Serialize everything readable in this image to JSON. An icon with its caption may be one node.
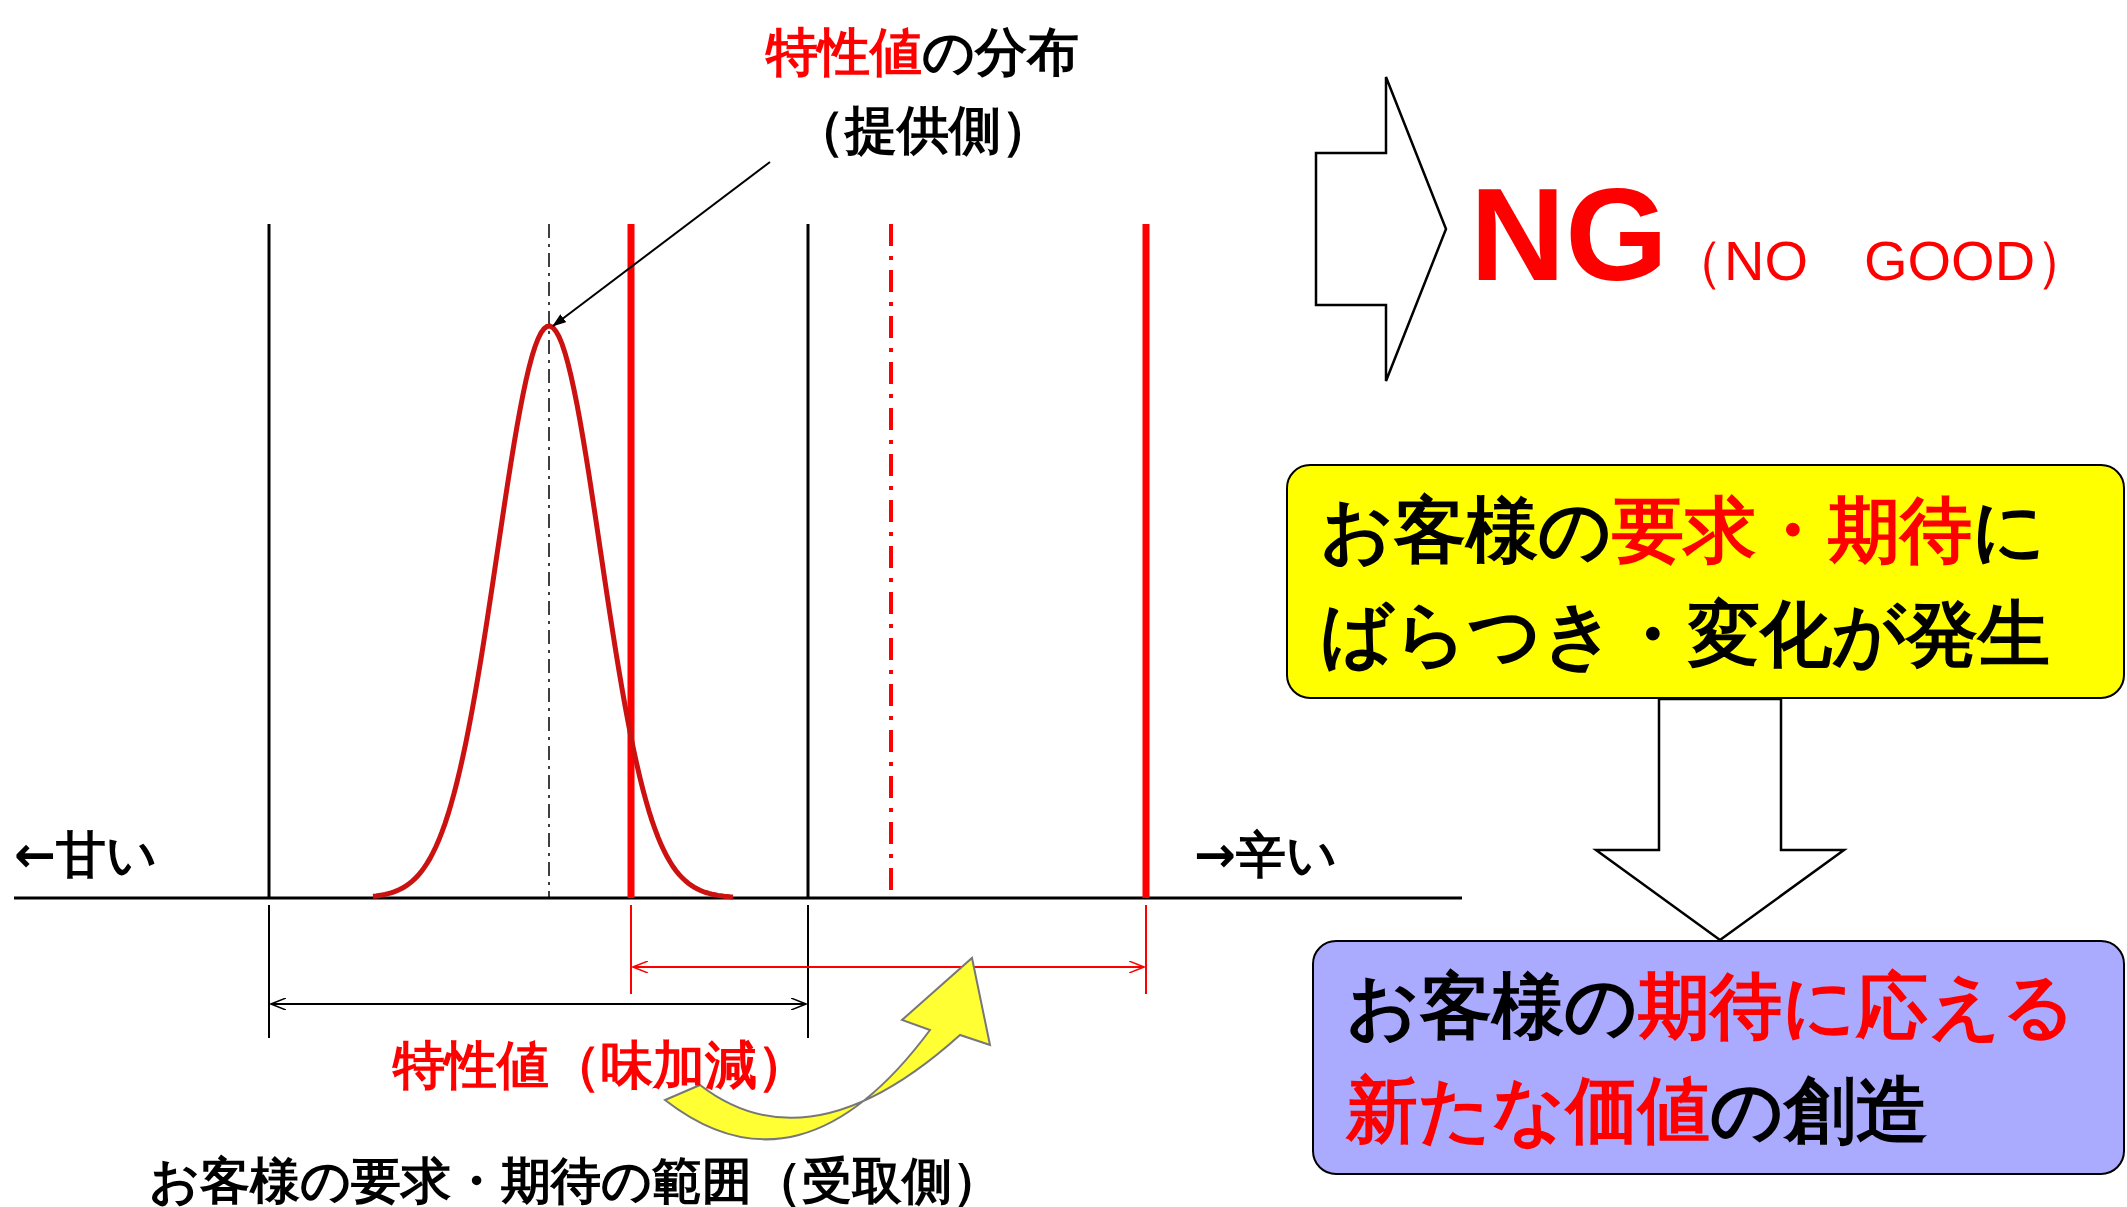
{
  "diagram": {
    "nodes": [
      {
        "text": [
          "**特性値**の分布",
          "（提供側）"
        ]
      },
      {
        "text": [],
        "shape": "curve"
      },
      {
        "text": [
          "NG",
          "（NO　GOOD）"
        ]
      },
      {
        "text": [
          "お客様の**要求・期待**にばらつき・変化が発生"
        ]
      },
      {
        "text": [
          "お客様の**期待に応える新たな価値**の創造"
        ]
      }
    ],
    "edges": [
      {
        "from": 0,
        "to": 1,
        "arrow": "to"
      },
      {
        "from": null,
        "to": 2,
        "arrow": "to"
      },
      {
        "from": 3,
        "to": 4,
        "arrow": "to"
      }
    ],
    "labels": [
      "←甘い",
      "→辛い",
      "特性値（味加減）",
      "お客様の要求・期待の範囲（受取側）"
    ]
  }
}
